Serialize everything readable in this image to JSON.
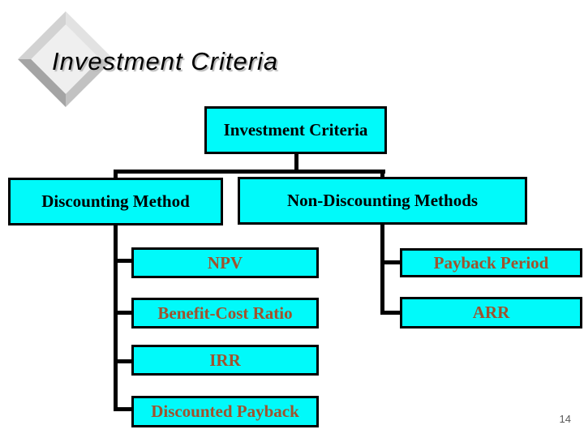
{
  "slide": {
    "title": "Investment Criteria",
    "page_number": "14",
    "title_bullet_icon": "diamond-bullet"
  },
  "diagram": {
    "root": {
      "label": "Investment Criteria"
    },
    "branches": [
      {
        "label": "Discounting Method",
        "children": [
          "NPV",
          "Benefit-Cost Ratio",
          "IRR",
          "Discounted Payback"
        ]
      },
      {
        "label": "Non-Discounting Methods",
        "children": [
          "Payback Period",
          "ARR"
        ]
      }
    ]
  },
  "colors": {
    "background": "#FFFFFF",
    "box_fill": "#00FAFA",
    "box_border": "#000000",
    "connector": "#000000",
    "root_and_branch_text": "#000000",
    "child_text": "#A0522D",
    "title_text": "#000000",
    "page_number_text": "#595959"
  }
}
